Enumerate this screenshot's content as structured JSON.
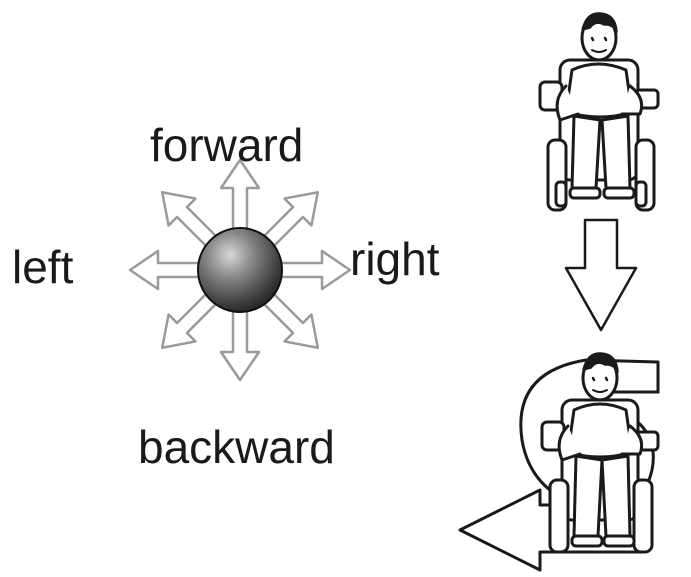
{
  "labels": {
    "forward": "forward",
    "left": "left",
    "right": "right",
    "backward": "backward"
  },
  "icons": {
    "joystick": "joystick-ball-icon",
    "direction_arrows": "eight-direction-arrows-icon",
    "figure_top": "wheelchair-user-icon",
    "figure_bottom": "wheelchair-user-turning-icon",
    "transition": "down-arrow-icon",
    "turn_path": "curved-path-icon",
    "turn_direction": "left-arrow-icon"
  },
  "colors": {
    "ink": "#1a1a1a",
    "arrow_outline": "#9a9a9a",
    "ball_dark": "#2a2a2a",
    "ball_light": "#bdbdbd"
  }
}
